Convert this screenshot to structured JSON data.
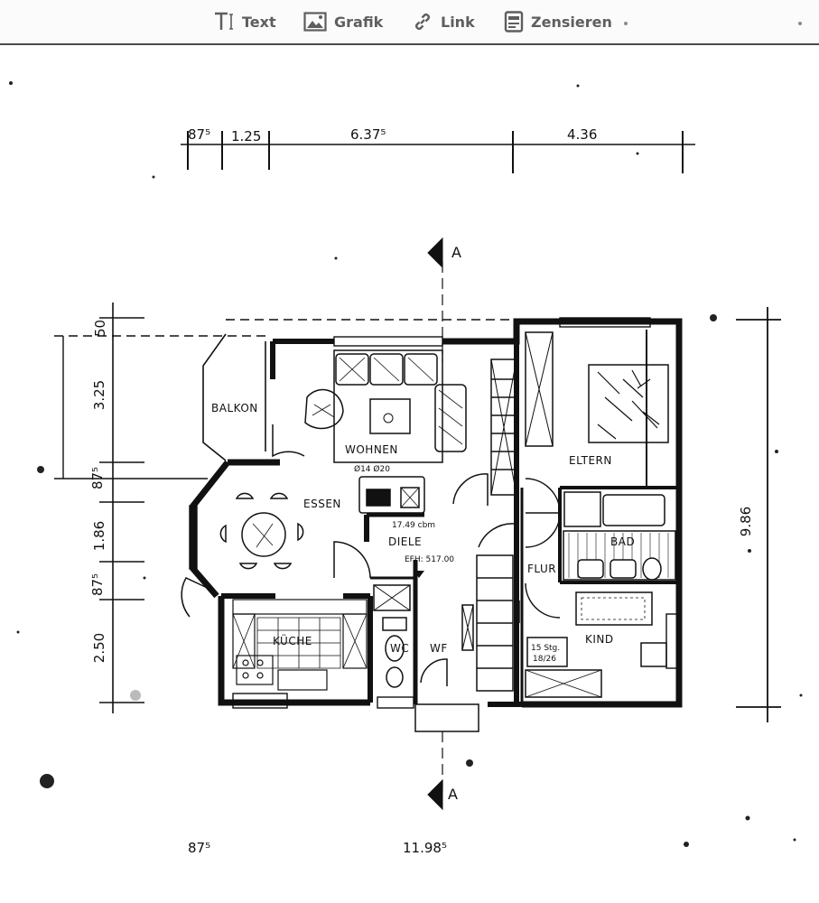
{
  "toolbar": {
    "items": [
      {
        "label": "Text",
        "icon": "text-cursor-icon"
      },
      {
        "label": "Grafik",
        "icon": "image-icon"
      },
      {
        "label": "Link",
        "icon": "link-icon"
      },
      {
        "label": "Zensieren",
        "icon": "redact-icon"
      }
    ]
  },
  "plan": {
    "section_marker": "A",
    "rooms": {
      "balkon": "BALKON",
      "wohnen": "WOHNEN",
      "essen": "ESSEN",
      "eltern": "ELTERN",
      "diele": "DIELE",
      "bad": "BAD",
      "flur": "FLUR",
      "kueche": "KÜCHE",
      "wc": "WC",
      "wf": "WF",
      "kind": "KIND"
    },
    "notes": {
      "volume": "17.49 cbm",
      "efh": "EFH: 517.00",
      "window": "Ø14  Ø20",
      "stairs_line1": "15 Stg.",
      "stairs_line2": "18/26"
    },
    "dimensions": {
      "top": [
        "87⁵",
        "1.25",
        "6.37⁵",
        "4.36"
      ],
      "left": [
        "50",
        "3.25",
        "87⁵",
        "1.86",
        "87⁵",
        "2.50"
      ],
      "right": "9.86",
      "bottom_left": "87⁵",
      "bottom_total": "11.98⁵"
    }
  }
}
